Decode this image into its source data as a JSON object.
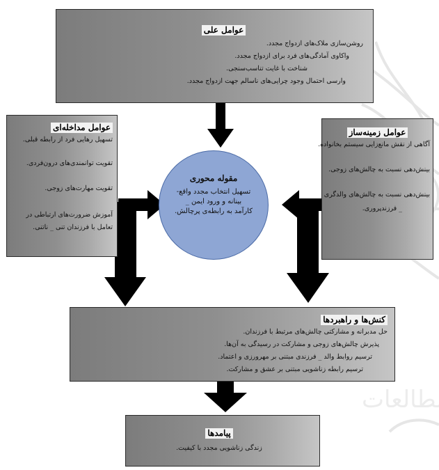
{
  "ilali": {
    "title": "عوامل علی",
    "items": [
      "روشن‌سازی ملاک‌های ازدواج مجدد.",
      "واکاوی آمادگی‌های فرد برای ازدواج مجدد.",
      "شناخت با غایت تناسب‌سنجی.",
      "وارسی احتمال وجود چرایی‌های ناسالم جهت ازدواج مجدد."
    ]
  },
  "modakhelei": {
    "title": "عوامل مداخله‌ای",
    "items": [
      "تسهیل رهایی فرد از رابطه قبلی.",
      "تقویت توانمندی‌های درون‌فردی.",
      "تقویت مهارت‌های زوجی.",
      "آموزش ضرورت‌های ارتباطی در",
      "تعامل با فرزندان تنی _ ناتنی."
    ]
  },
  "zamine": {
    "title": "عوامل زمینه‌ساز",
    "items": [
      "آگاهی از نقش مانع‌زایی سیستم بخانواده.",
      "بینش‌دهی نسبت به چالش‌های زوجی.",
      "بینش‌دهی نسبت به چالش‌های والدگری",
      "_ فرزندپروری."
    ]
  },
  "mehvari": {
    "title": "مقوله محوری",
    "lines": [
      "تسهیل انتخاب مجدد واقع-",
      "بینانه و ورود ایمن _",
      "کارآمد به رابطه‌ی پرچالش."
    ]
  },
  "konesh": {
    "title": "کنش‌ها و راهبردها",
    "items": [
      "حل مدبرانه و مشارکتی چالش‌های مرتبط با فرزندان.",
      "پذیرش چالش‌های زوجی و مشارکت در رسیدگی به آن‌ها.",
      "ترسیم روابط والد _ فرزندی مبتنی بر مهرورزی و اعتماد.",
      "ترسیم رابطه زناشویی مبتنی بر عشق و مشارکت."
    ]
  },
  "payamad": {
    "title": "پیامدها",
    "items": [
      "زندگی زناشویی مجدد با کیفیت."
    ]
  },
  "colors": {
    "box_dark": "#7c7c7c",
    "box_light": "#c6c6c6",
    "circle": "#8ea6d4",
    "arrow": "#000000"
  }
}
